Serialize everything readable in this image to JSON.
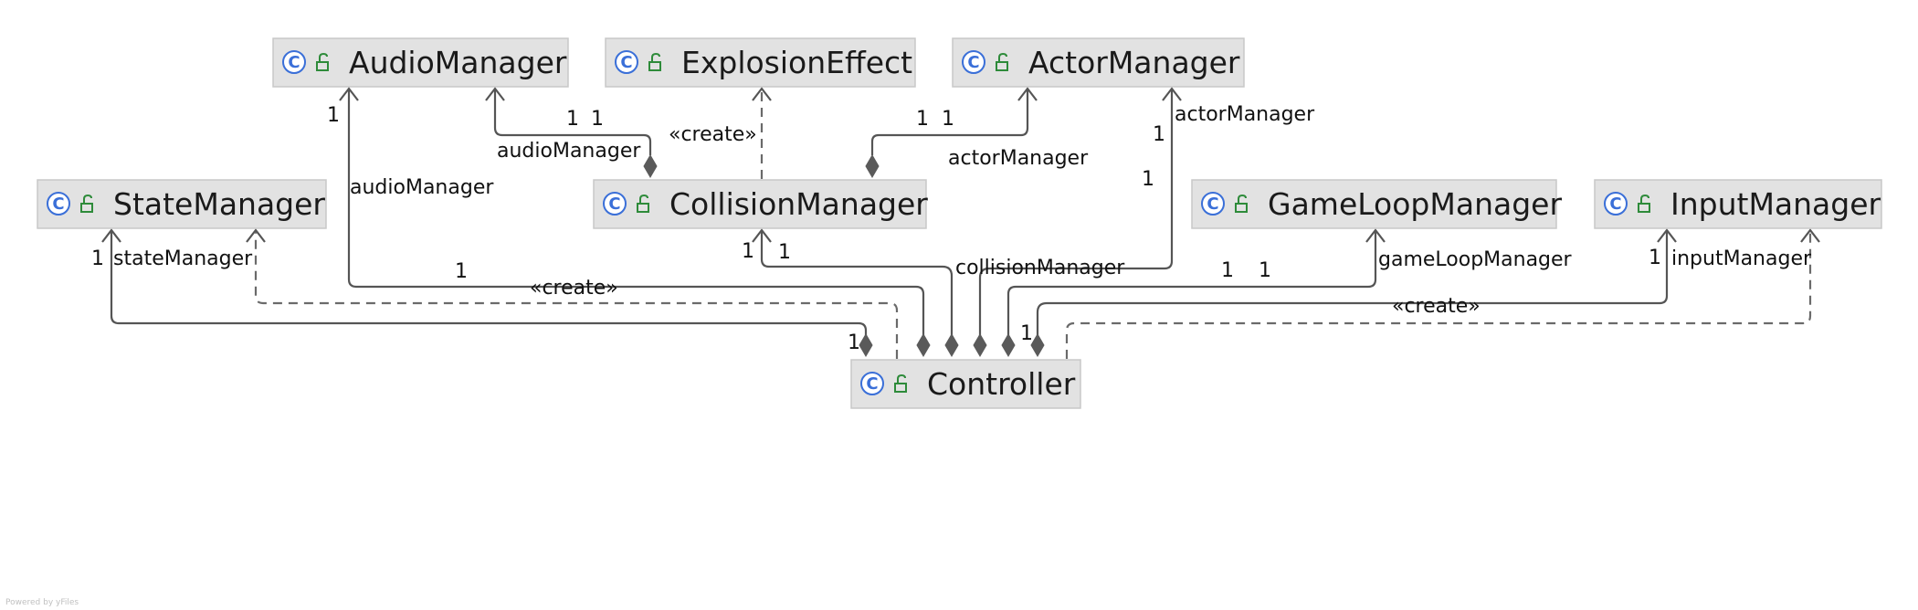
{
  "classes": {
    "audio": "AudioManager",
    "explosion": "ExplosionEffect",
    "actor": "ActorManager",
    "state": "StateManager",
    "collision": "CollisionManager",
    "gameloop": "GameLoopManager",
    "input": "InputManager",
    "controller": "Controller"
  },
  "icons": {
    "class_badge": "C",
    "class_badge_icon": "class-circle-icon",
    "visibility_icon": "public-lock-icon",
    "class_badge_color": "#3a6fd8",
    "visibility_color": "#2e8b3a"
  },
  "labels": {
    "col_audio_one_a": "1",
    "col_audio_one_b": "1",
    "col_audio_role": "audioManager",
    "col_create": "«create»",
    "col_actor_one_a": "1",
    "col_actor_one_b": "1",
    "col_actor_role": "actorManager",
    "ctrl_audio_one_top": "1",
    "ctrl_audio_role": "audioManager",
    "ctrl_audio_one_mid": "1",
    "ctrl_actor_one_top": "1",
    "ctrl_actor_role": "actorManager",
    "ctrl_actor_one_mid": "1",
    "ctrl_state_one": "1",
    "ctrl_state_role": "stateManager",
    "ctrl_state_create": "«create»",
    "ctrl_collision_one_a": "1",
    "ctrl_collision_one_b": "1",
    "ctrl_collision_role": "collisionManager",
    "ctrl_gameloop_one_a": "1",
    "ctrl_gameloop_one_b": "1",
    "ctrl_gameloop_role": "gameLoopManager",
    "ctrl_input_one": "1",
    "ctrl_input_role": "inputManager",
    "ctrl_input_create": "«create»",
    "ctrl_near_one_a": "1",
    "ctrl_near_one_b": "1"
  },
  "footer": "Powered by yFiles"
}
